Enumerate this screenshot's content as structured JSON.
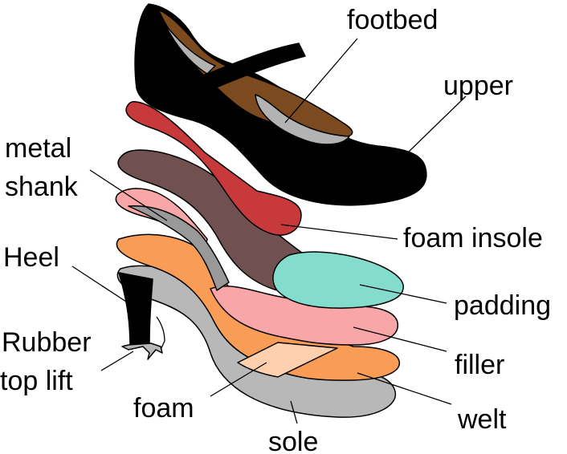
{
  "labels": {
    "footbed": "footbed",
    "upper": "upper",
    "metal_shank_1": "metal",
    "metal_shank_2": "shank",
    "foam_insole": "foam insole",
    "heel": "Heel",
    "padding": "padding",
    "rubber_top_lift_1": "Rubber",
    "rubber_top_lift_2": "top lift",
    "filler": "filler",
    "foam": "foam",
    "welt": "welt",
    "sole": "sole"
  },
  "colors": {
    "upper": "#000000",
    "footbed": "#7b4a1f",
    "lining": "#b3b3b3",
    "foam_insole": "#c8393b",
    "metal_shank": "#705050",
    "filler_heel": "#f9a6a8",
    "filler": "#f9a6a8",
    "padding": "#84dccc",
    "welt": "#f99c55",
    "foam": "#ffd0ae",
    "sole": "#b8b8b8",
    "shank_plate": "#999999"
  }
}
